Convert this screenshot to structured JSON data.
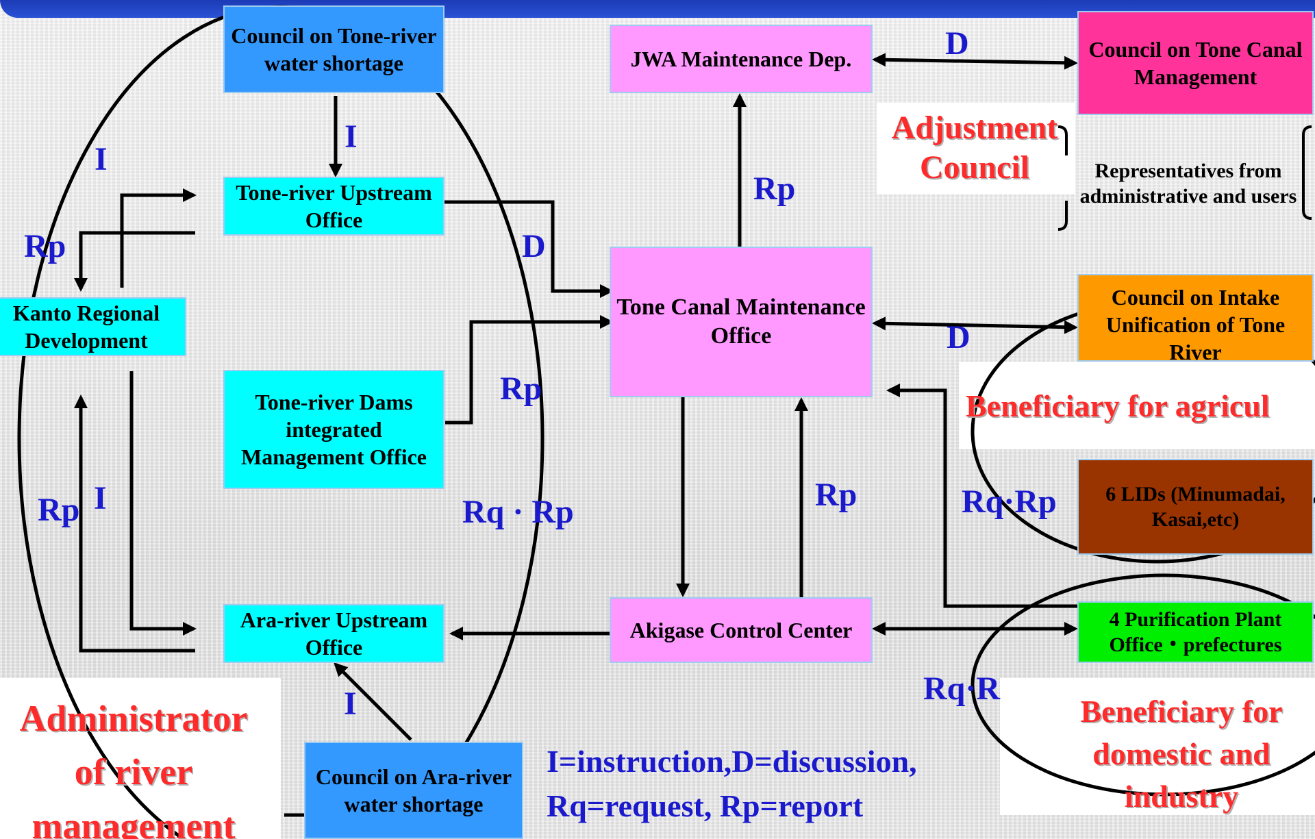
{
  "boxes": {
    "council_tone_shortage": "Council on Tone-river water shortage",
    "tone_upstream": "Tone-river Upstream Office",
    "kanto": "Kanto Regional Development",
    "tone_dams": "Tone-river Dams integrated Management Office",
    "ara_upstream": "Ara-river Upstream Office",
    "council_ara": "Council on Ara-river water shortage",
    "jwa": "JWA Maintenance Dep.",
    "tone_canal": "Tone Canal Maintenance Office",
    "akigase": "Akigase Control Center",
    "council_tone_canal": "Council on Tone Canal Management",
    "representatives": "Representatives from administrative and users",
    "council_intake": "Council on Intake Unification of Tone River",
    "lids": "6 LIDs (Minumadai, Kasai,etc)",
    "purification": "4 Purification Plant Office・prefectures"
  },
  "headings": {
    "adjustment": "Adjustment Council",
    "beneficiary_agri": "Beneficiary for agricul",
    "beneficiary_domestic": "Beneficiary for domestic and industry",
    "administrator": "Administrator of river management"
  },
  "legend": {
    "line1": "I=instruction,D=discussion,",
    "line2": "Rq=request, Rp=report"
  },
  "labels": {
    "i": "I",
    "d": "D",
    "rp": "Rp",
    "rq_rp": "Rq · Rp",
    "rq_rp_tight": "Rq·Rp",
    "rq_r": "Rq·R"
  },
  "colors": {
    "cyan": "#00ffff",
    "blue_box": "#3399ff",
    "pink": "#ff99ff",
    "hot_pink": "#ff3399",
    "orange": "#ff9900",
    "brown": "#993300",
    "green": "#00ee00",
    "heading_red": "#ff2a2a",
    "label_blue": "#1a1acc"
  }
}
